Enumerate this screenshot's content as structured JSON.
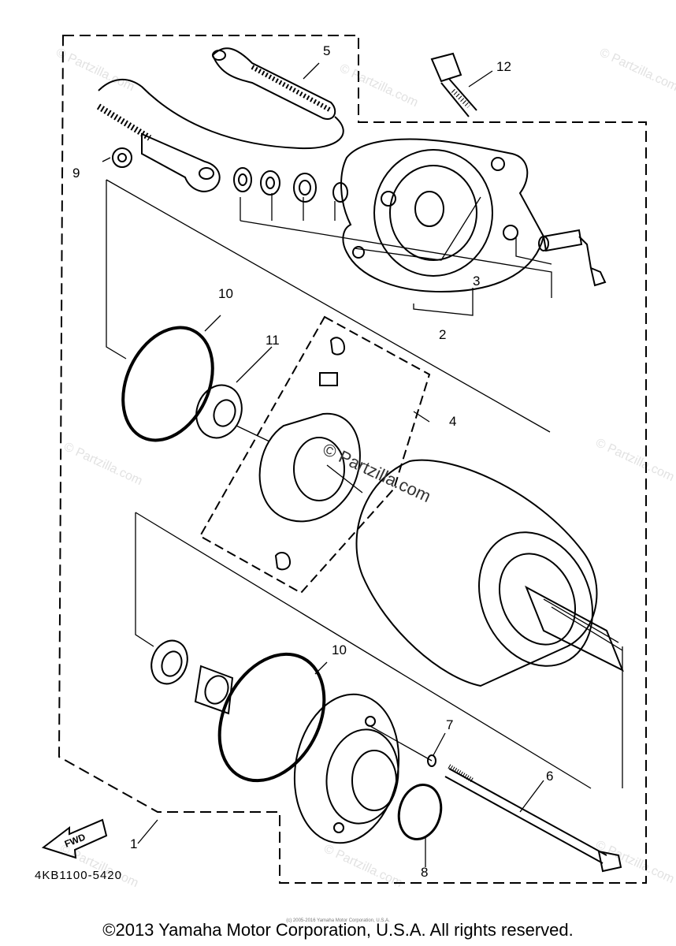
{
  "diagram": {
    "reference_code": "4KB1100-5420",
    "fwd_label": "FWD",
    "callouts": [
      {
        "id": "c1",
        "label": "1"
      },
      {
        "id": "c2",
        "label": "2"
      },
      {
        "id": "c3",
        "label": "3"
      },
      {
        "id": "c4",
        "label": "4"
      },
      {
        "id": "c5",
        "label": "5"
      },
      {
        "id": "c6",
        "label": "6"
      },
      {
        "id": "c7",
        "label": "7"
      },
      {
        "id": "c8",
        "label": "8"
      },
      {
        "id": "c9",
        "label": "9"
      },
      {
        "id": "c10a",
        "label": "10"
      },
      {
        "id": "c10b",
        "label": "10"
      },
      {
        "id": "c11",
        "label": "11"
      },
      {
        "id": "c12",
        "label": "12"
      }
    ]
  },
  "watermarks": {
    "brand": "© Partzilla.com",
    "center": "© Partzilla.com",
    "fine_print": "(c) 2005-2016 Yamaha Motor Corporation, U.S.A."
  },
  "footer": {
    "copyright": "©2013 Yamaha Motor Corporation, U.S.A. All rights reserved."
  }
}
